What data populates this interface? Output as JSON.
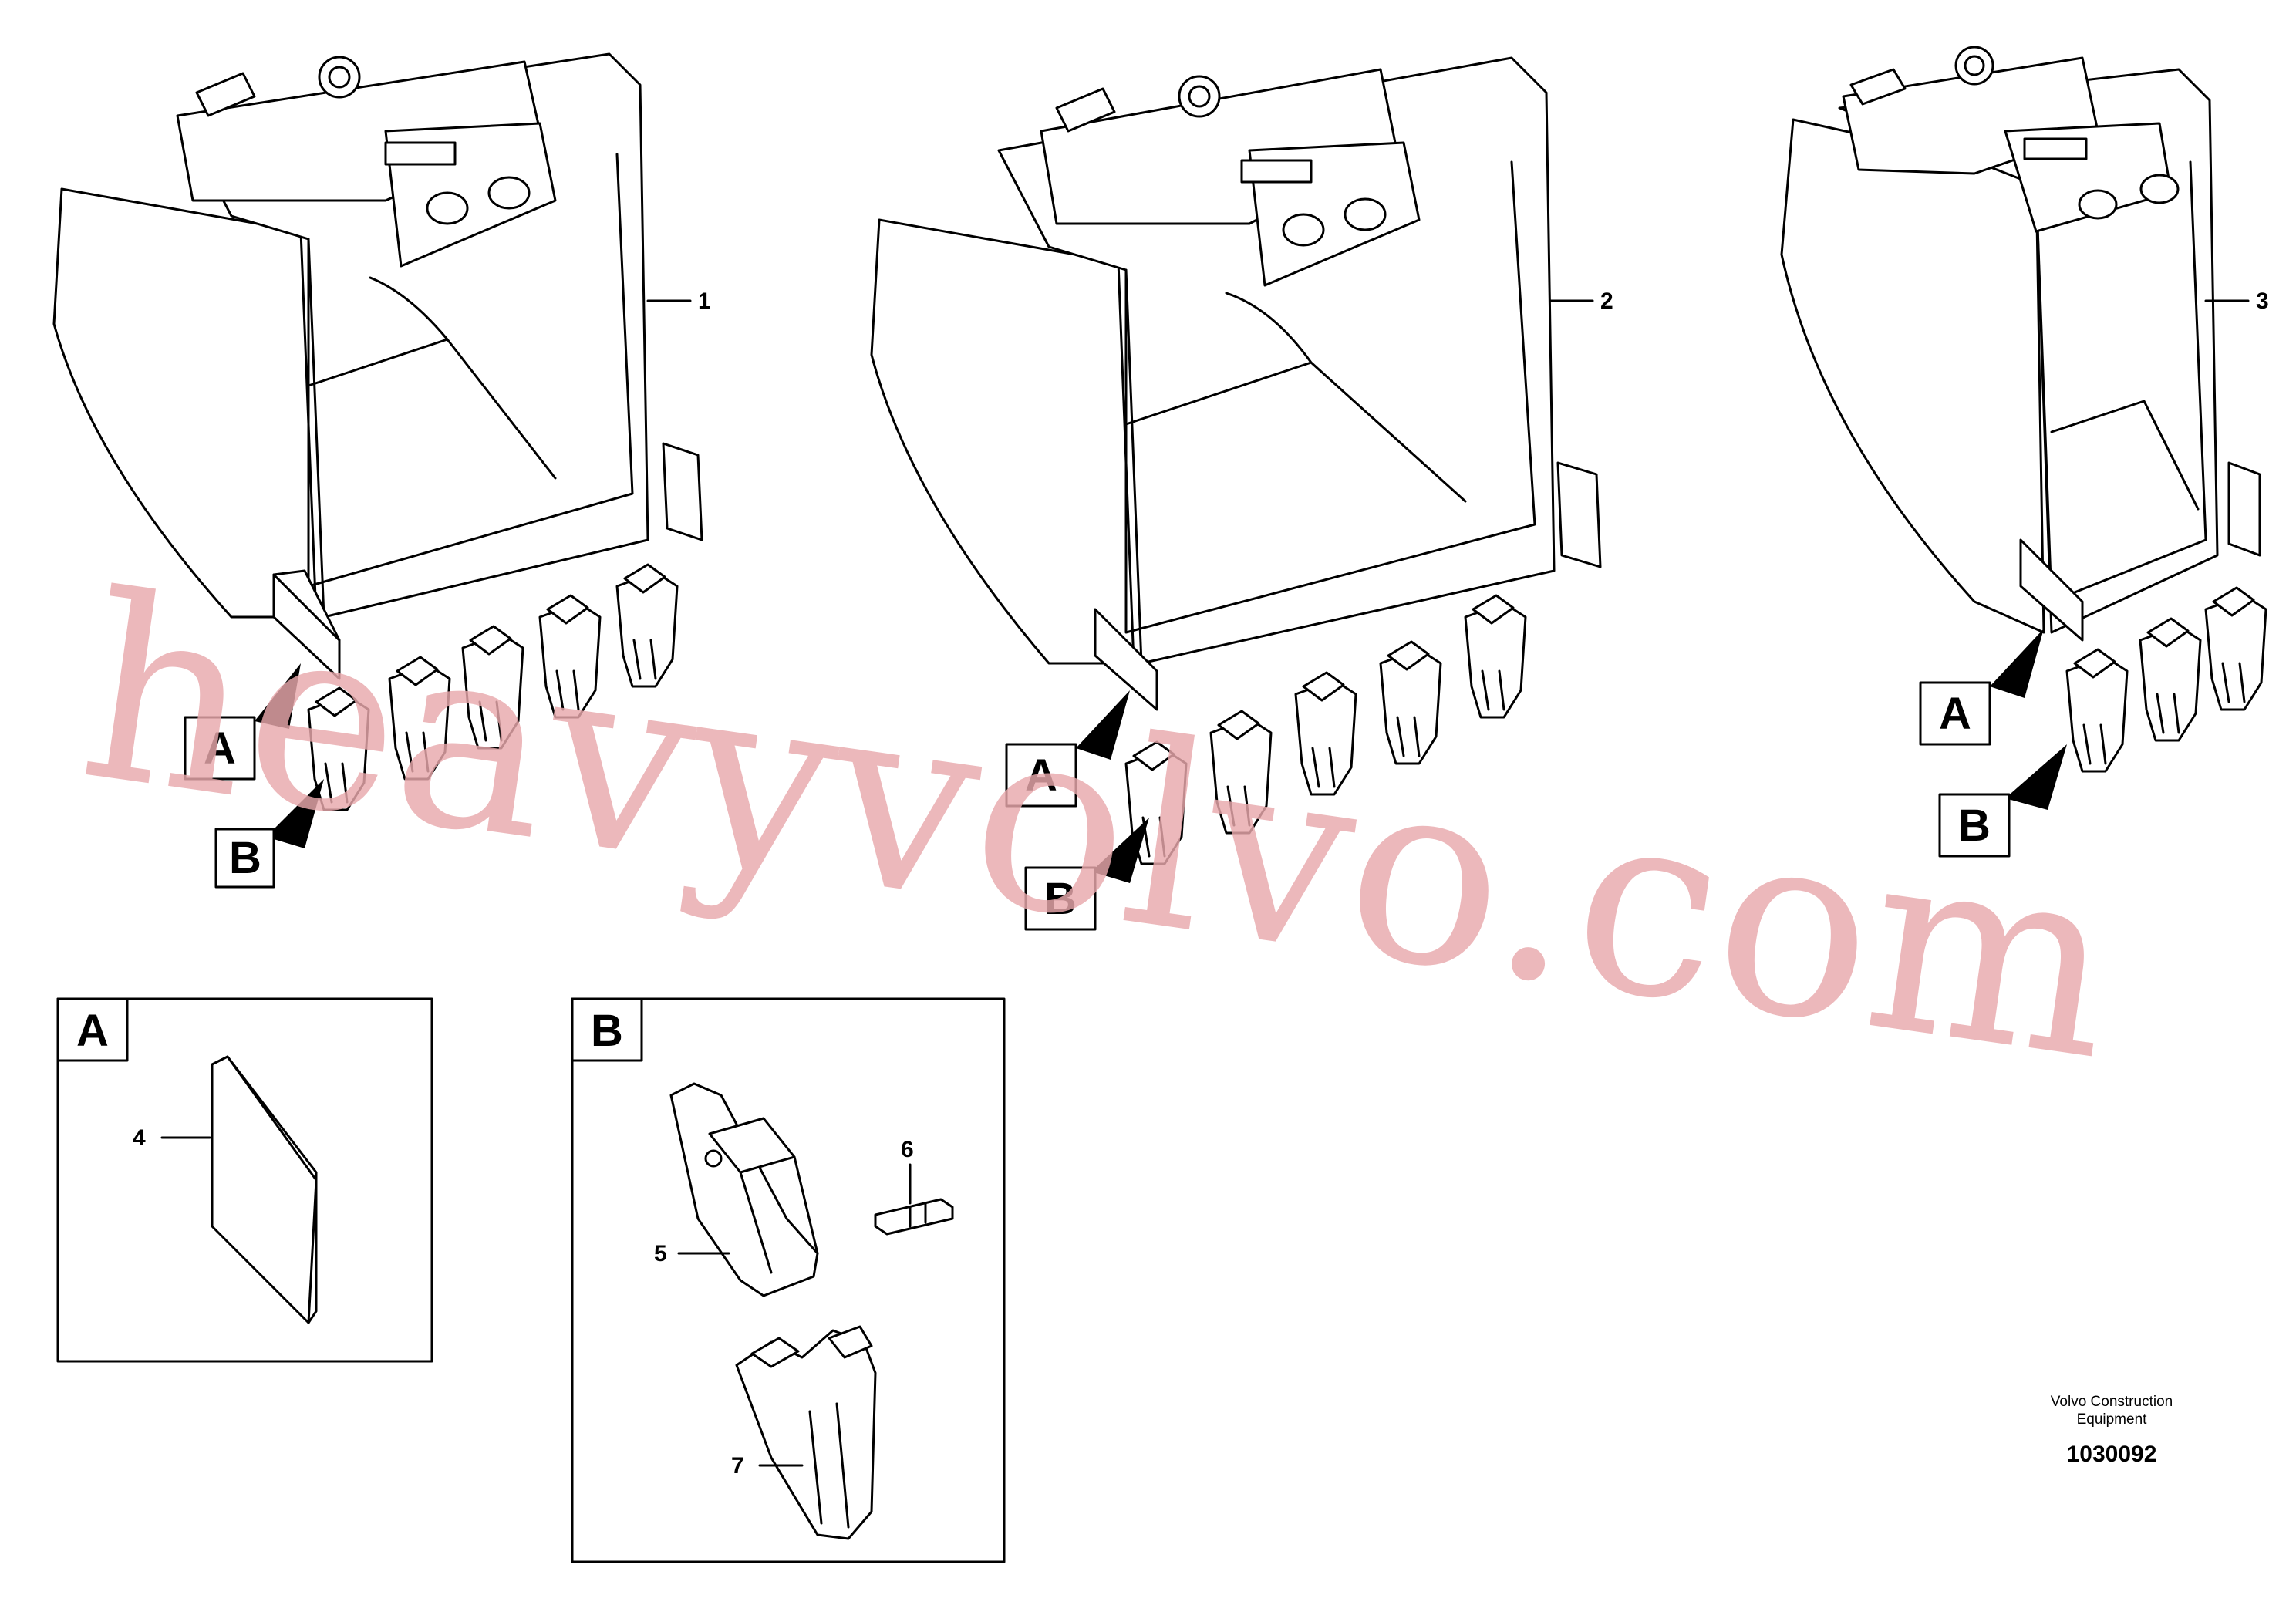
{
  "watermark": "heavyvolvo.com",
  "buckets": [
    {
      "callout": "1",
      "label_a": "A",
      "label_b": "B"
    },
    {
      "callout": "2",
      "label_a": "A",
      "label_b": "B"
    },
    {
      "callout": "3",
      "label_a": "A",
      "label_b": "B"
    }
  ],
  "detail_a": {
    "title": "A",
    "parts": [
      "4"
    ]
  },
  "detail_b": {
    "title": "B",
    "parts": [
      "5",
      "6",
      "7"
    ]
  },
  "footer": {
    "company_line1": "Volvo Construction",
    "company_line2": "Equipment",
    "drawing_number": "1030092"
  }
}
